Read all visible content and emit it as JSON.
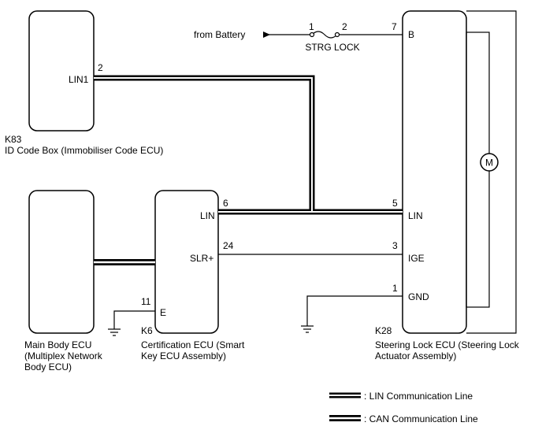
{
  "from_battery": "from Battery",
  "fuse": {
    "name": "STRG LOCK",
    "pin_in": "1",
    "pin_out": "2"
  },
  "k83": {
    "code": "K83",
    "name": "ID Code Box (Immobiliser Code ECU)",
    "pin_label": "LIN1",
    "pin_no": "2"
  },
  "main_body": {
    "line1": "Main Body ECU",
    "line2": "(Multiplex Network",
    "line3": "Body ECU)"
  },
  "k6": {
    "code": "K6",
    "line1": "Certification ECU (Smart",
    "line2": "Key ECU Assembly)",
    "lin_label": "LIN",
    "lin_no": "6",
    "slr_label": "SLR+",
    "slr_no": "24",
    "e_label": "E",
    "e_no": "11"
  },
  "k28": {
    "code": "K28",
    "line1": "Steering Lock ECU (Steering Lock",
    "line2": "Actuator Assembly)",
    "b_label": "B",
    "b_no": "7",
    "lin_label": "LIN",
    "lin_no": "5",
    "ige_label": "IGE",
    "ige_no": "3",
    "gnd_label": "GND",
    "gnd_no": "1",
    "motor": "M"
  },
  "legend": {
    "lin": ": LIN Communication Line",
    "can": ": CAN Communication Line"
  }
}
